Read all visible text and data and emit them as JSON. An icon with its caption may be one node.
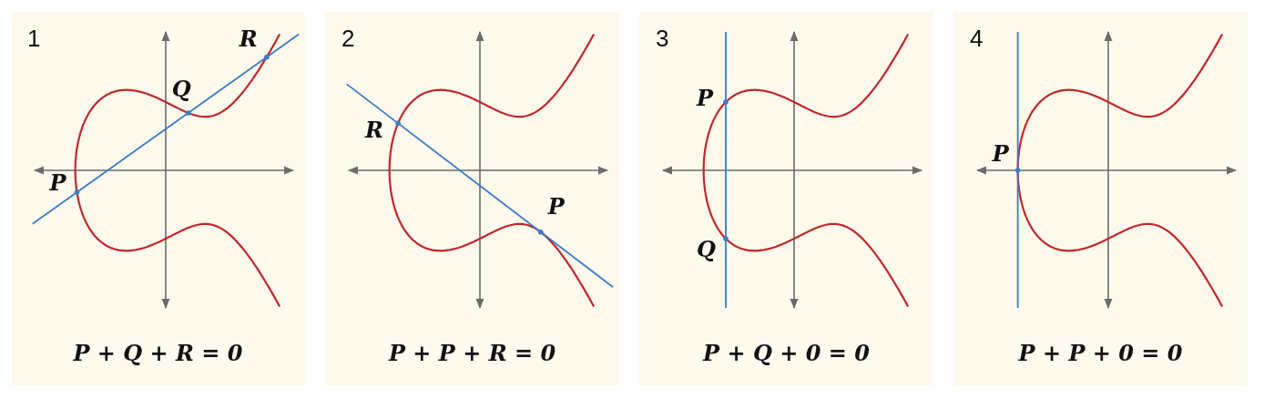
{
  "diagram": {
    "nodes": [
      {
        "text": [
          "1",
          "P + Q + R = 0"
        ]
      },
      {
        "text": [
          "2",
          "P + P + R = 0"
        ]
      },
      {
        "text": [
          "3",
          "P + Q + 0 = 0"
        ]
      },
      {
        "text": [
          "4",
          "P + P + 0 = 0"
        ]
      }
    ],
    "labels": [
      "R",
      "Q",
      "P",
      "R",
      "P",
      "P",
      "Q",
      "P"
    ]
  }
}
